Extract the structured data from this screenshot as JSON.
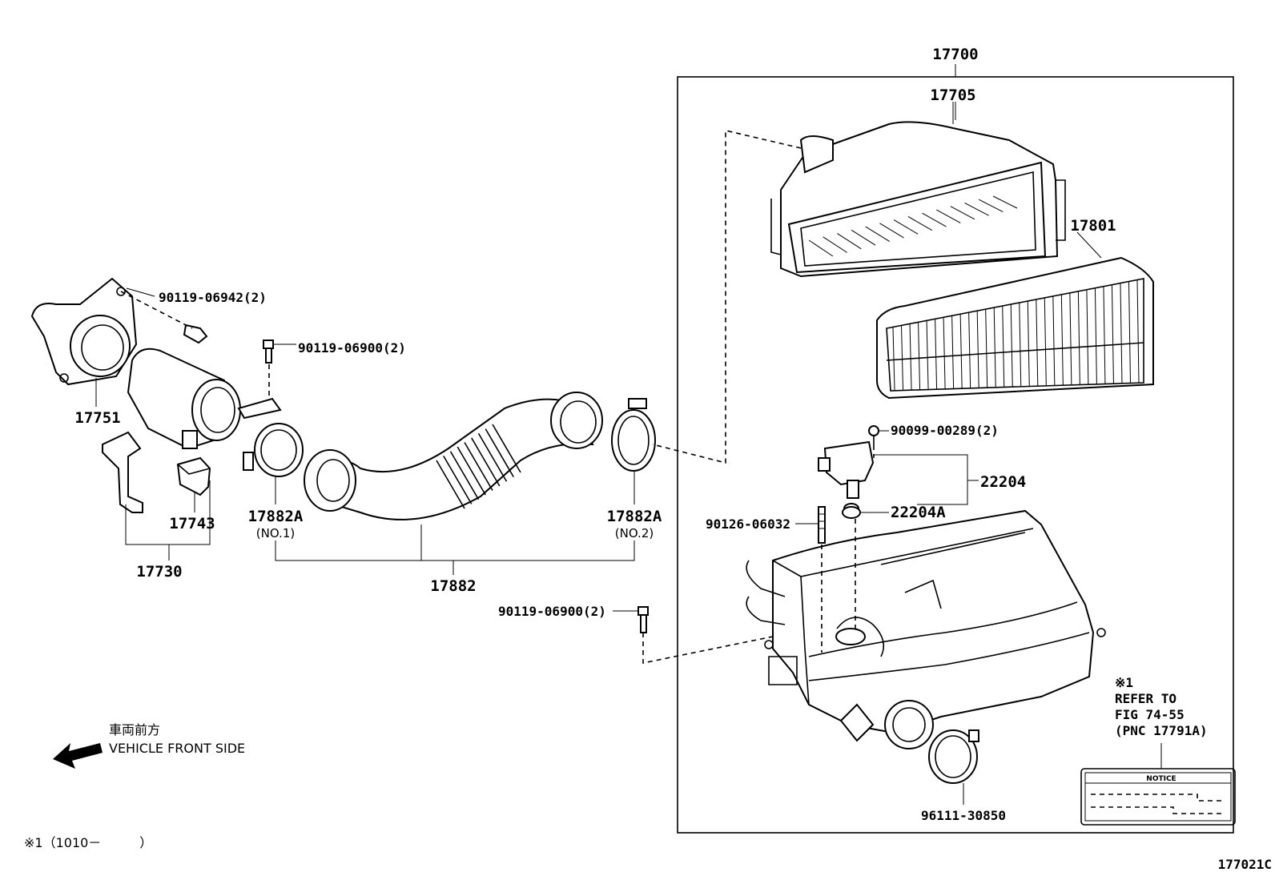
{
  "parts": {
    "p17700": "17700",
    "p17705": "17705",
    "p17801": "17801",
    "p90119_06942": "90119-06942(2)",
    "p90119_06900_a": "90119-06900(2)",
    "p17751": "17751",
    "p17743": "17743",
    "p17730": "17730",
    "p17882A_1": "17882A",
    "p17882A_1_sub": "(NO.1)",
    "p17882A_2": "17882A",
    "p17882A_2_sub": "(NO.2)",
    "p17882": "17882",
    "p90099_00289": "90099-00289(2)",
    "p22204": "22204",
    "p22204A": "22204A",
    "p90126_06032": "90126-06032",
    "p90119_06900_b": "90119-06900(2)",
    "p96111_30850": "96111-30850"
  },
  "orientation": {
    "jp": "車両前方",
    "en": "VEHICLE FRONT SIDE"
  },
  "reference_note": {
    "mark": "※1",
    "line1": "REFER TO",
    "line2": "FIG 74-55",
    "line3": "(PNC 17791A)"
  },
  "notice_label": "NOTICE",
  "footnote": "※1（1010－　　　）",
  "figure_id": "177021C"
}
